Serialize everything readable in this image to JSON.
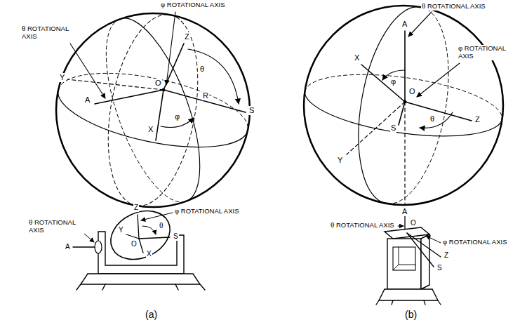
{
  "diagram": {
    "labels": [
      "φ ROTATIONAL AXIS",
      "Z",
      "θ ROTATIONAL AXIS",
      "Y",
      "O",
      "θ",
      "A",
      "R",
      "S",
      "φ",
      "X",
      "Z",
      "φ ROTATIONAL AXIS",
      "θ ROTATIONAL AXIS",
      "Y",
      "O",
      "θ",
      "S",
      "X",
      "A",
      "(a)",
      "θ ROTATIONAL AXIS",
      "A",
      "X",
      "φ ROTATIONAL AXIS",
      "φ",
      "O",
      "Z",
      "S",
      "θ",
      "Y",
      "A",
      "θ ROTATIONAL AXIS",
      "O",
      "φ ROTATIONAL AXIS",
      "Z",
      "S",
      "(b)"
    ]
  }
}
